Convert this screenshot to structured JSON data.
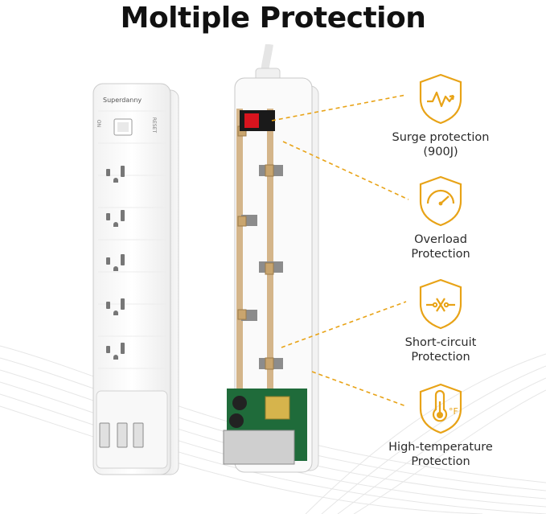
{
  "title": "Moltiple Protection",
  "product": {
    "brand": "Superdanny",
    "switch_label": "ON",
    "reset_label": "RESET"
  },
  "features": [
    {
      "line1": "Surge protection",
      "line2": "(900J)",
      "icon": "surge-icon"
    },
    {
      "line1": "Overload",
      "line2": "Protection",
      "icon": "gauge-icon"
    },
    {
      "line1": "Short-circuit",
      "line2": "Protection",
      "icon": "short-circuit-icon"
    },
    {
      "line1": "High-temperature",
      "line2": "Protection",
      "icon": "thermometer-icon"
    }
  ],
  "colors": {
    "accent": "#E8A317",
    "text": "#2B2B2B",
    "switch": "#D8141E",
    "board": "#1F6B3A"
  }
}
